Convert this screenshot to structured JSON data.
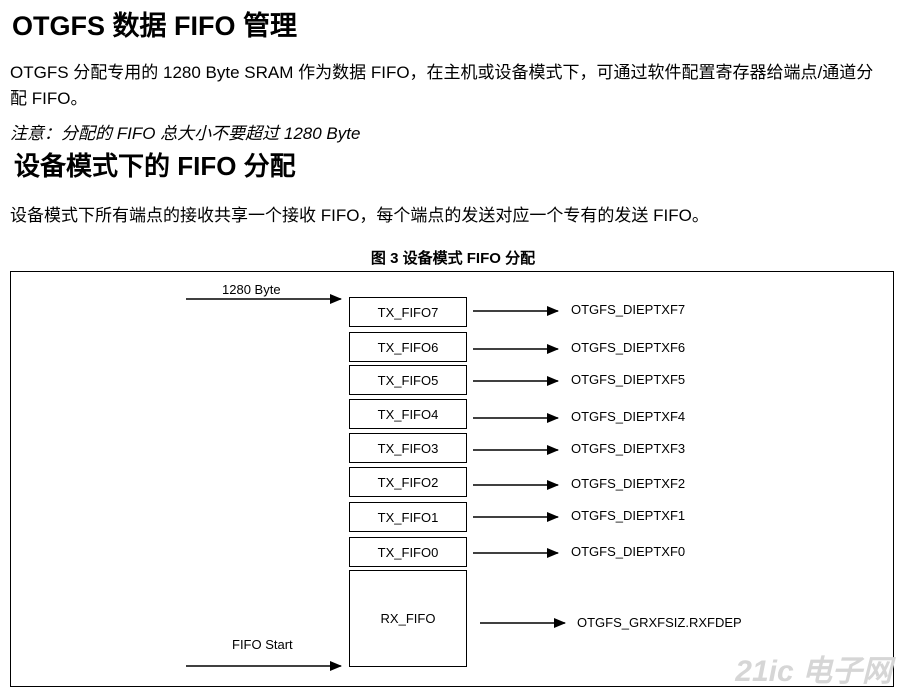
{
  "title": "OTGFS 数据 FIFO 管理",
  "intro": "OTGFS 分配专用的 1280 Byte SRAM 作为数据 FIFO，在主机或设备模式下，可通过软件配置寄存器给端点/通道分配 FIFO。",
  "note": "注意：分配的 FIFO 总大小不要超过 1280 Byte",
  "section_heading": "设备模式下的 FIFO 分配",
  "section_text": "设备模式下所有端点的接收共享一个接收 FIFO，每个端点的发送对应一个专有的发送 FIFO。",
  "figure": {
    "caption": "图 3 设备模式 FIFO 分配",
    "top_input_label": "1280 Byte",
    "bottom_input_label": "FIFO Start",
    "tx_fifos": [
      {
        "name": "TX_FIFO7",
        "register": "OTGFS_DIEPTXF7"
      },
      {
        "name": "TX_FIFO6",
        "register": "OTGFS_DIEPTXF6"
      },
      {
        "name": "TX_FIFO5",
        "register": "OTGFS_DIEPTXF5"
      },
      {
        "name": "TX_FIFO4",
        "register": "OTGFS_DIEPTXF4"
      },
      {
        "name": "TX_FIFO3",
        "register": "OTGFS_DIEPTXF3"
      },
      {
        "name": "TX_FIFO2",
        "register": "OTGFS_DIEPTXF2"
      },
      {
        "name": "TX_FIFO1",
        "register": "OTGFS_DIEPTXF1"
      },
      {
        "name": "TX_FIFO0",
        "register": "OTGFS_DIEPTXF0"
      }
    ],
    "rx_fifo": {
      "name": "RX_FIFO",
      "register": "OTGFS_GRXFSIZ.RXFDEP"
    }
  },
  "watermark": "21ic 电子网"
}
